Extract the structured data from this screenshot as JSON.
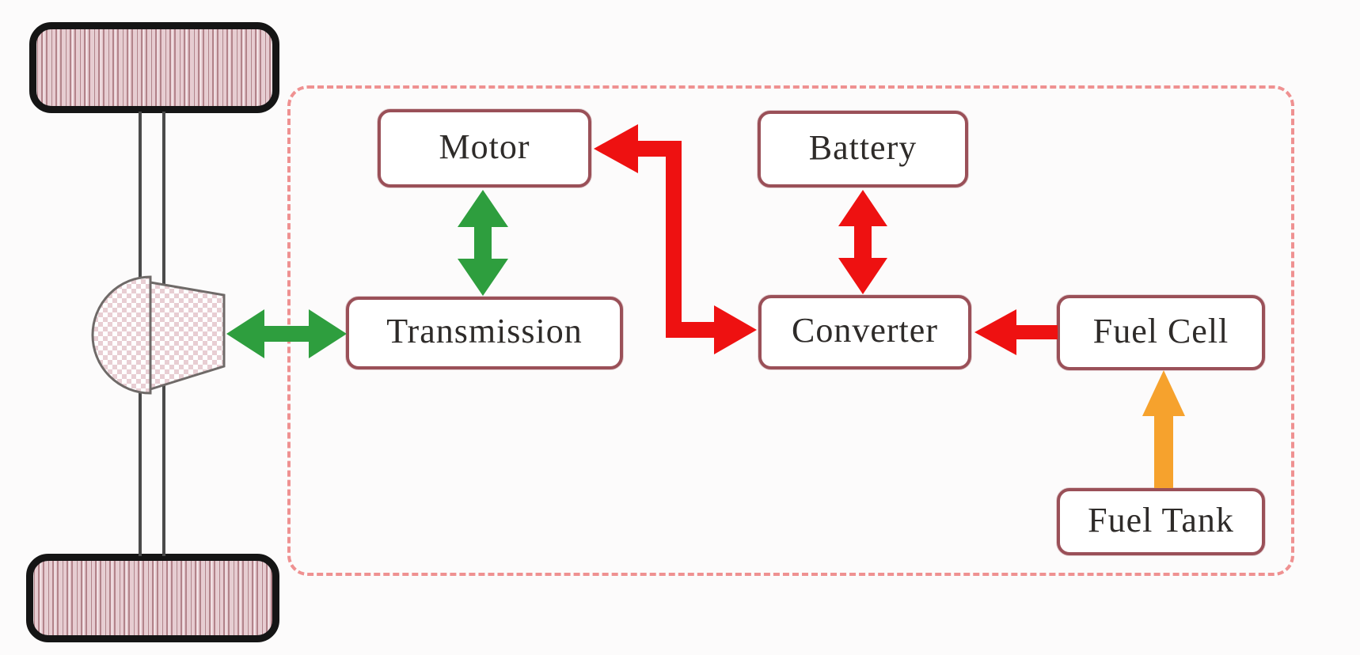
{
  "diagram": {
    "nodes": {
      "motor": {
        "label": "Motor"
      },
      "battery": {
        "label": "Battery"
      },
      "transmission": {
        "label": "Transmission"
      },
      "converter": {
        "label": "Converter"
      },
      "fuel_cell": {
        "label": "Fuel Cell"
      },
      "fuel_tank": {
        "label": "Fuel Tank"
      }
    },
    "connections": [
      {
        "from": "transmission",
        "to": "differential-wheels",
        "style": "double-headed",
        "color": "green"
      },
      {
        "from": "motor",
        "to": "transmission",
        "style": "double-headed",
        "color": "green"
      },
      {
        "from": "converter",
        "to": "motor",
        "style": "elbow-double-headed",
        "color": "red"
      },
      {
        "from": "battery",
        "to": "converter",
        "style": "double-headed",
        "color": "red"
      },
      {
        "from": "fuel_cell",
        "to": "converter",
        "style": "single-headed",
        "color": "red"
      },
      {
        "from": "fuel_tank",
        "to": "fuel_cell",
        "style": "single-headed",
        "color": "orange"
      }
    ]
  },
  "colors": {
    "green": "#2e9e3e",
    "red": "#ee1111",
    "orange": "#f6a22d",
    "box_border": "#9a5058",
    "box_fill": "#ffffff",
    "dashed_border": "#ef9191",
    "label_text": "#2e2b29",
    "wheel_fill": "#e7ccd1",
    "wheel_stripe": "#b2838a",
    "wheel_border": "#151515",
    "axle_line": "#4a4a4a",
    "diff_checker": "#e8ced3",
    "diff_outline": "#6f6a68"
  }
}
